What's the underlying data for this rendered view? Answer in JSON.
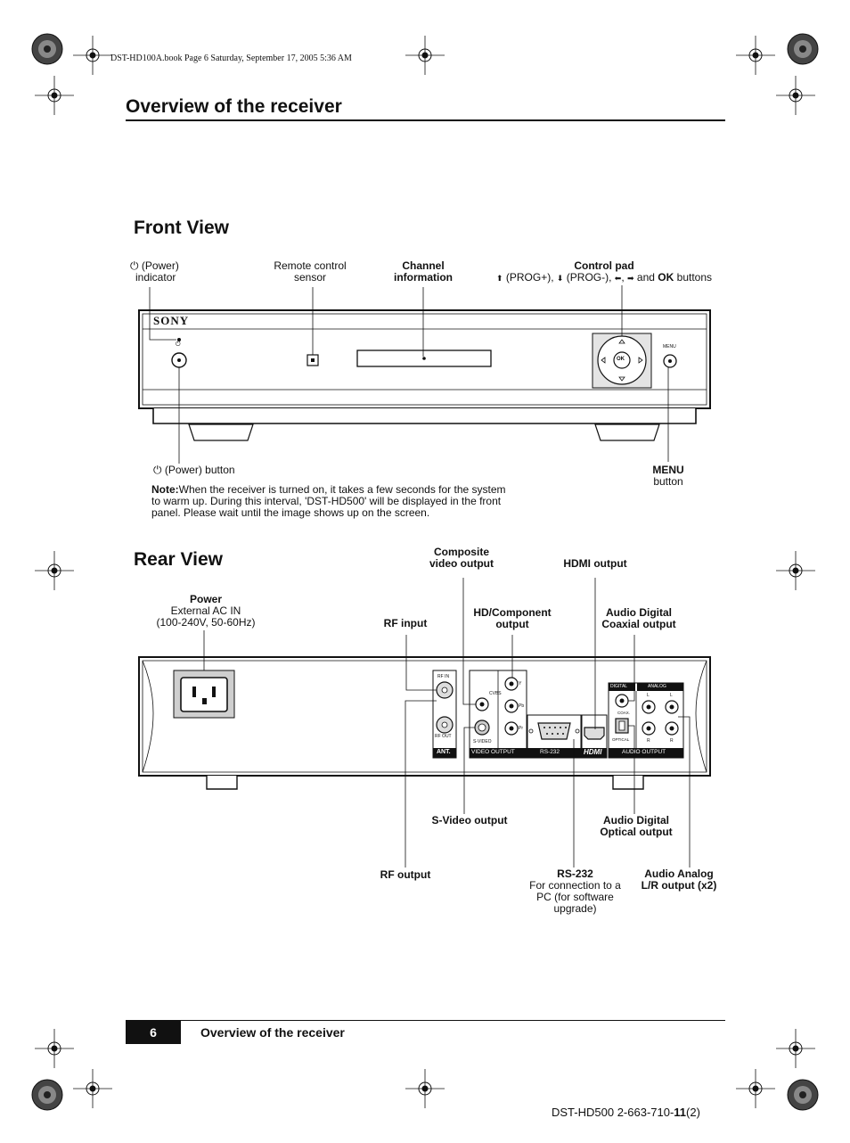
{
  "header": {
    "book_info": "DST-HD100A.book  Page 6  Saturday, September 17, 2005  5:36 AM",
    "section_title": "Overview of the receiver"
  },
  "front_view": {
    "heading": "Front View",
    "brand": "SONY",
    "panel_labels": {
      "menu_small": "MENU",
      "ok": "OK",
      "power_symbol": "⏻"
    },
    "callouts": {
      "power_indicator": {
        "symbol": "⏻",
        "line1": "(Power)",
        "line2": "indicator"
      },
      "remote_sensor": {
        "line1": "Remote control",
        "line2": "sensor"
      },
      "channel_info": {
        "line1": "Channel",
        "line2": "information"
      },
      "control_pad": {
        "title": "Control pad",
        "up": "⬆",
        "prog_plus": "(PROG+),",
        "down": "⬇",
        "prog_minus": "(PROG-),",
        "left": "⬅",
        "comma": ",",
        "right": "➡",
        "and_text": "and",
        "ok": "OK",
        "buttons": "buttons"
      },
      "power_button": {
        "symbol": "⏻",
        "text": "(Power) button"
      },
      "menu_button": {
        "line1": "MENU",
        "line2": "button"
      }
    },
    "note": {
      "label": "Note:",
      "line1": "When the receiver is turned on, it takes a few seconds for the system",
      "line2": "to warm up. During this interval, 'DST-HD500' will be displayed in the front",
      "line3": "panel. Please wait until the image shows up on the screen."
    }
  },
  "rear_view": {
    "heading": "Rear View",
    "panel_labels": {
      "rf_in": "RF IN",
      "rf_out": "RF OUT",
      "ant": "ANT.",
      "cvbs": "CVBS",
      "svideo": "S-VIDEO",
      "y": "Y",
      "pb": "Pb",
      "pr": "Pr",
      "video_output": "VIDEO OUTPUT",
      "rs232": "RS-232",
      "hdmi_logo": "HDMI",
      "digital": "DIGITAL",
      "analog": "ANALOG",
      "coax": "COAX.",
      "optical": "OPTICAL",
      "l1": "L",
      "l2": "L",
      "r1": "R",
      "r2": "R",
      "audio_output": "AUDIO OUTPUT"
    },
    "callouts": {
      "power": {
        "title": "Power",
        "line1": "External AC IN",
        "line2": "(100-240V, 50-60Hz)"
      },
      "rf_input": "RF input",
      "composite": {
        "line1": "Composite",
        "line2": "video output"
      },
      "hd_component": {
        "line1": "HD/Component",
        "line2": "output"
      },
      "hdmi_output": "HDMI output",
      "audio_coax": {
        "line1": "Audio Digital",
        "line2": "Coaxial output"
      },
      "svideo_output": "S-Video output",
      "audio_optical": {
        "line1": "Audio Digital",
        "line2": "Optical output"
      },
      "rf_output": "RF output",
      "rs232": {
        "title": "RS-232",
        "line1": "For connection to a",
        "line2": "PC (for software",
        "line3": "upgrade)"
      },
      "audio_analog": {
        "line1": "Audio Analog",
        "line2": "L/R output (x2)"
      }
    }
  },
  "footer": {
    "page_number": "6",
    "section_title": "Overview of the receiver",
    "doc_code_prefix": "DST-HD500 2-663-710-",
    "doc_code_bold": "11",
    "doc_code_suffix": "(2)"
  },
  "colors": {
    "black": "#111111",
    "panel_grey": "#cfcfcf",
    "light_grey": "#e4e4e4"
  }
}
